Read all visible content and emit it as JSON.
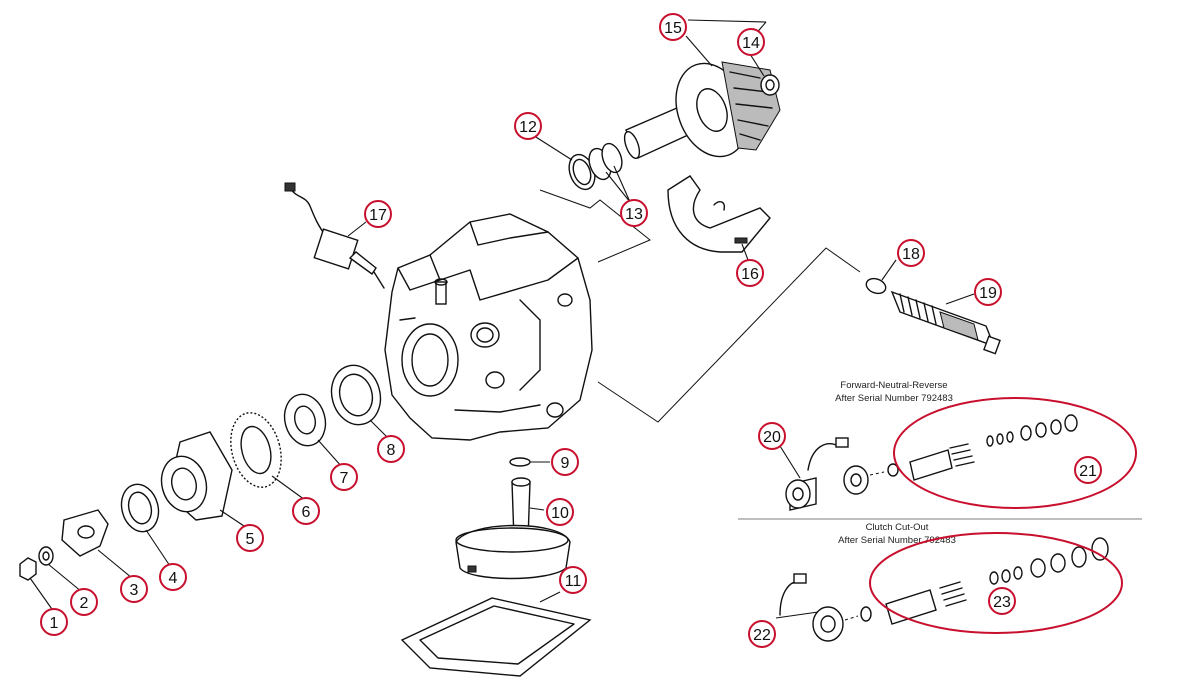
{
  "diagram": {
    "callouts": [
      "1",
      "2",
      "3",
      "4",
      "5",
      "6",
      "7",
      "8",
      "9",
      "10",
      "11",
      "12",
      "13",
      "14",
      "15",
      "16",
      "17",
      "18",
      "19",
      "20",
      "21",
      "22",
      "23"
    ],
    "inset_fnr": {
      "title": "Forward-Neutral-Reverse",
      "subtitle": "After Serial Number 792483"
    },
    "inset_clutch": {
      "title": "Clutch Cut-Out",
      "subtitle": "After Serial Number 792483"
    },
    "colors": {
      "callout_ring": "#c8102e",
      "line_art": "#111111",
      "divider": "#aaaaaa"
    }
  }
}
